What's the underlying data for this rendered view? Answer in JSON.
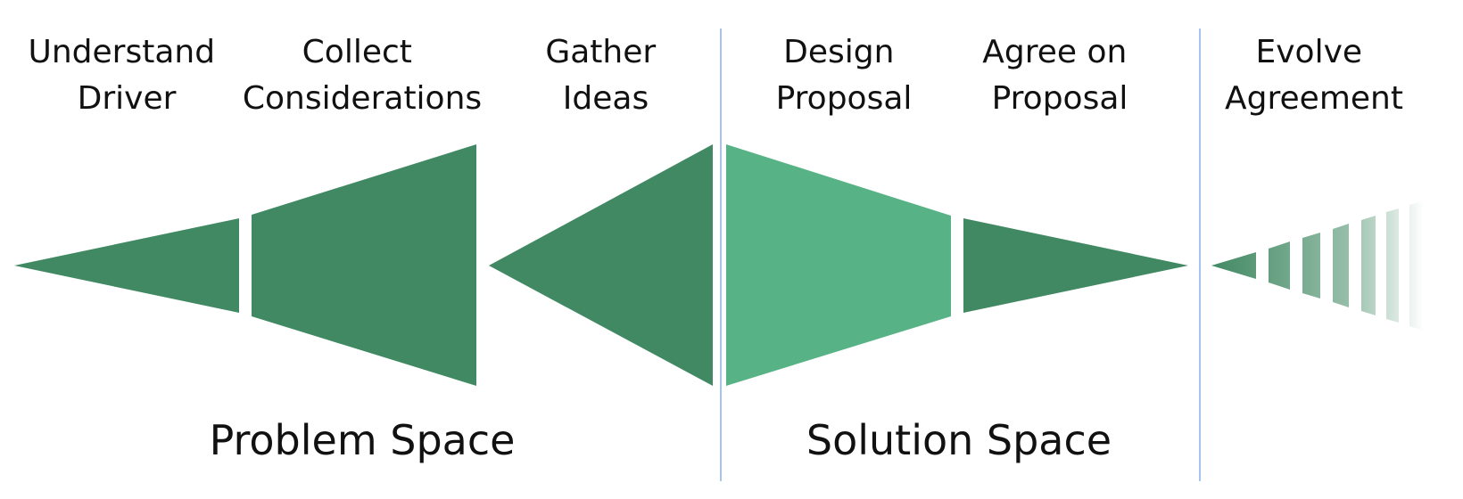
{
  "steps": [
    {
      "line1": "Understand",
      "line2": "Driver"
    },
    {
      "line1": "Collect",
      "line2": "Considerations"
    },
    {
      "line1": "Gather",
      "line2": "Ideas"
    },
    {
      "line1": "Design",
      "line2": "Proposal"
    },
    {
      "line1": "Agree on",
      "line2": "Proposal"
    },
    {
      "line1": "Evolve",
      "line2": "Agreement"
    }
  ],
  "spaces": {
    "problem": "Problem Space",
    "solution": "Solution Space"
  },
  "colors": {
    "dark_green": "#418963",
    "light_green": "#57b385",
    "divider": "#a6c4f2",
    "text": "#111111"
  }
}
